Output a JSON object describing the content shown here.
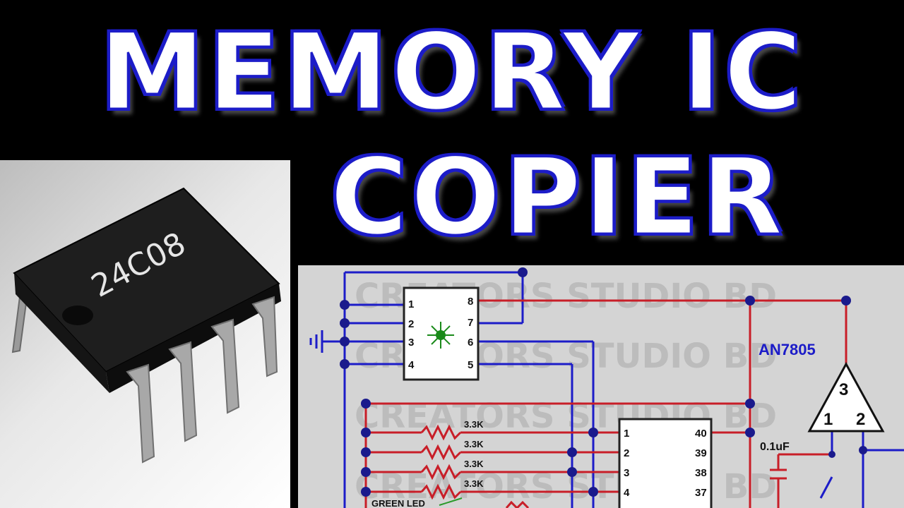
{
  "title": {
    "line1": "MEMORY IC",
    "line2": "COPIER"
  },
  "chip": {
    "marking": "24C08"
  },
  "watermark": "CREATORS STUDIO BD",
  "schematic": {
    "ic8": {
      "pins_left": [
        "1",
        "2",
        "3",
        "4"
      ],
      "pins_right": [
        "8",
        "7",
        "6",
        "5"
      ]
    },
    "regulator": {
      "name": "AN7805",
      "pin_top": "3",
      "pin_left": "1",
      "pin_right": "2"
    },
    "capacitor": "0.1uF",
    "resistors": [
      "3.3K",
      "3.3K",
      "3.3K",
      "3.3K"
    ],
    "led_label": "GREEN LED",
    "ic40": {
      "pins_left": [
        "1",
        "2",
        "3",
        "4"
      ],
      "pins_right": [
        "40",
        "39",
        "38",
        "37"
      ]
    }
  },
  "colors": {
    "title_fill": "#ffffff",
    "title_outline": "#1c1cc8",
    "wire_blue": "#1c1cc8",
    "wire_red": "#c81e28",
    "node": "#1a1a8c"
  }
}
